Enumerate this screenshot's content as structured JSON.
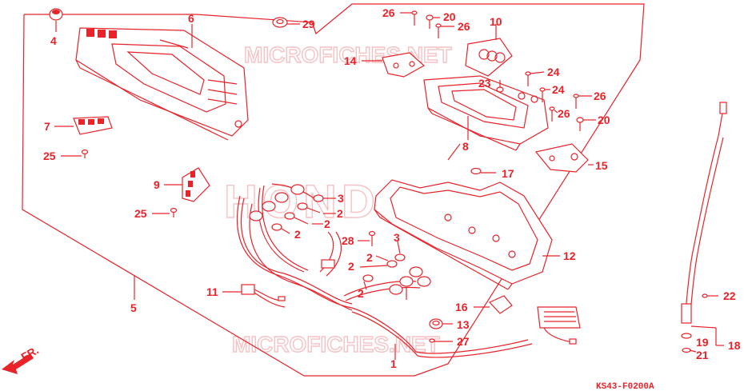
{
  "diagram": {
    "watermark_top": "MICROFICHES.NET",
    "watermark_center": "HONDA",
    "watermark_bottom": "MICROFICHES.NET",
    "direction_label": "FR.",
    "diagram_code": "KS43-F0200A",
    "accent_color": "#e8232a",
    "callouts": [
      "1",
      "2",
      "2",
      "2",
      "2",
      "2",
      "2",
      "3",
      "3",
      "4",
      "5",
      "6",
      "7",
      "8",
      "9",
      "10",
      "11",
      "12",
      "13",
      "14",
      "15",
      "16",
      "17",
      "18",
      "19",
      "20",
      "20",
      "21",
      "22",
      "23",
      "24",
      "24",
      "25",
      "25",
      "26",
      "26",
      "26",
      "26",
      "27",
      "28",
      "29"
    ]
  }
}
